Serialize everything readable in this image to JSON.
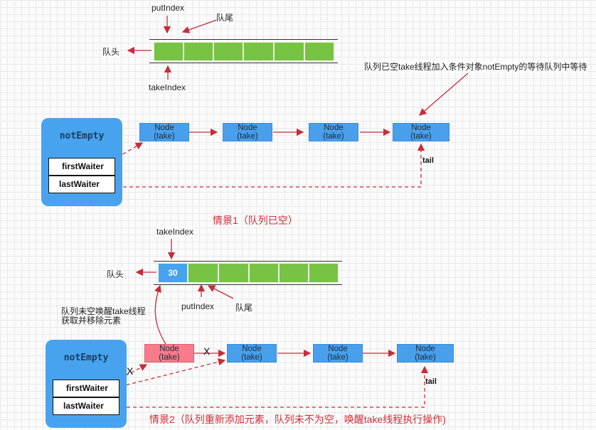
{
  "scenario1": {
    "queue_labels": {
      "put_index": "putIndex",
      "tail_label": "队尾",
      "head_label": "队头",
      "take_index": "takeIndex"
    },
    "slots": [
      "",
      "",
      "",
      "",
      "",
      ""
    ],
    "annotation": "队列已空take线程加入条件对象notEmpty的等待队列中等待",
    "condition": {
      "title": "notEmpty",
      "first_waiter": "firstWaiter",
      "last_waiter": "lastWaiter"
    },
    "nodes": [
      {
        "line1": "Node",
        "line2": "(take)"
      },
      {
        "line1": "Node",
        "line2": "(take)"
      },
      {
        "line1": "Node",
        "line2": "(take)"
      },
      {
        "line1": "Node",
        "line2": "(take)"
      }
    ],
    "tail": "tail",
    "caption": "情景1（队列已空）"
  },
  "scenario2": {
    "queue_labels": {
      "take_index": "takeIndex",
      "head_label": "队头",
      "put_index": "putIndex",
      "tail_label": "队尾"
    },
    "slots": [
      "30",
      "",
      "",
      "",
      "",
      ""
    ],
    "annotation_line1": "队列未空唤醒take线程",
    "annotation_line2": "获取并移除元素",
    "condition": {
      "title": "notEmpty",
      "first_waiter": "firstWaiter",
      "last_waiter": "lastWaiter"
    },
    "nodes": [
      {
        "line1": "Node",
        "line2": "(take)",
        "state": "removed"
      },
      {
        "line1": "Node",
        "line2": "(take)"
      },
      {
        "line1": "Node",
        "line2": "(take)"
      },
      {
        "line1": "Node",
        "line2": "(take)"
      }
    ],
    "x_marks": [
      "X",
      "X"
    ],
    "tail": "tail",
    "caption": "情景2（队列重新添加元素，队列未不为空，唤醒take线程执行操作)"
  },
  "colors": {
    "green_slot": "#77c343",
    "blue": "#47a3ee",
    "red_node": "#f87b8c",
    "arrow": "#c92b39"
  }
}
